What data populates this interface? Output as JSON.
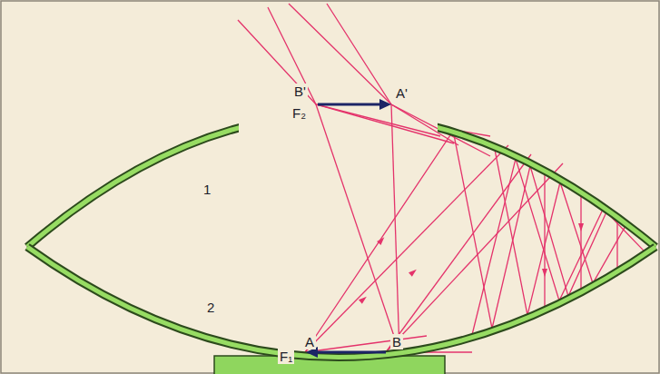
{
  "diagram": {
    "labels": [
      "B'",
      "F₂",
      "A'",
      "1",
      "2",
      "F₁",
      "A",
      "B"
    ]
  }
}
